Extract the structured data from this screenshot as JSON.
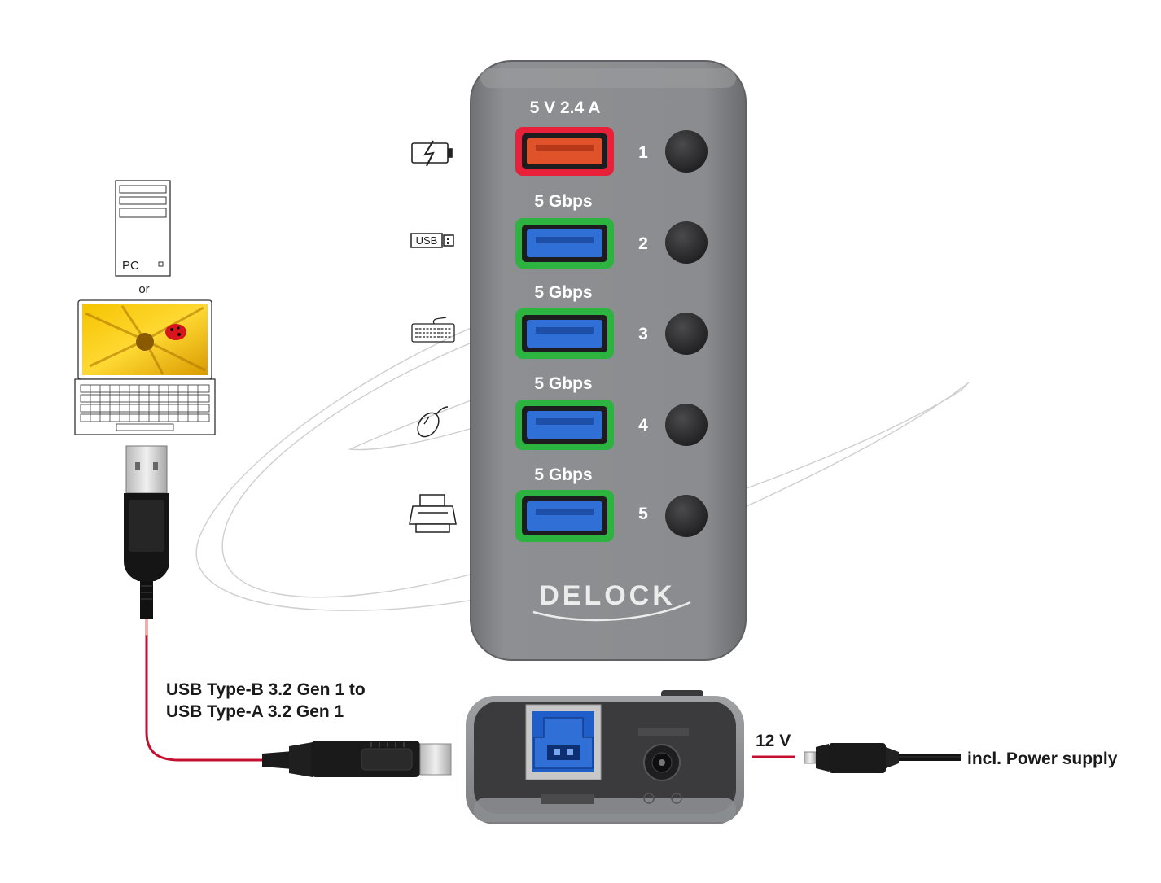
{
  "hub": {
    "brand": "DELOCK",
    "ports": [
      {
        "number": "1",
        "label": "5 V 2.4 A",
        "kind": "charging",
        "led": "#e8203a",
        "icon": "battery-charge-icon"
      },
      {
        "number": "2",
        "label": "5 Gbps",
        "kind": "data",
        "led": "#2db33f",
        "icon": "usb-stick-icon"
      },
      {
        "number": "3",
        "label": "5 Gbps",
        "kind": "data",
        "led": "#2db33f",
        "icon": "keyboard-icon"
      },
      {
        "number": "4",
        "label": "5 Gbps",
        "kind": "data",
        "led": "#2db33f",
        "icon": "mouse-icon"
      },
      {
        "number": "5",
        "label": "5 Gbps",
        "kind": "data",
        "led": "#2db33f",
        "icon": "printer-icon"
      }
    ],
    "colors": {
      "body": "#838588",
      "port_blue": "#2f6fd6",
      "port_orange": "#e0522a",
      "cable_red": "#c4102e"
    }
  },
  "host": {
    "pc_label": "PC",
    "or_label": "or"
  },
  "cable": {
    "line1": "USB Type-B 3.2 Gen 1 to",
    "line2": "USB Type-A 3.2 Gen 1"
  },
  "power": {
    "voltage": "12 V",
    "note": "incl. Power supply"
  }
}
